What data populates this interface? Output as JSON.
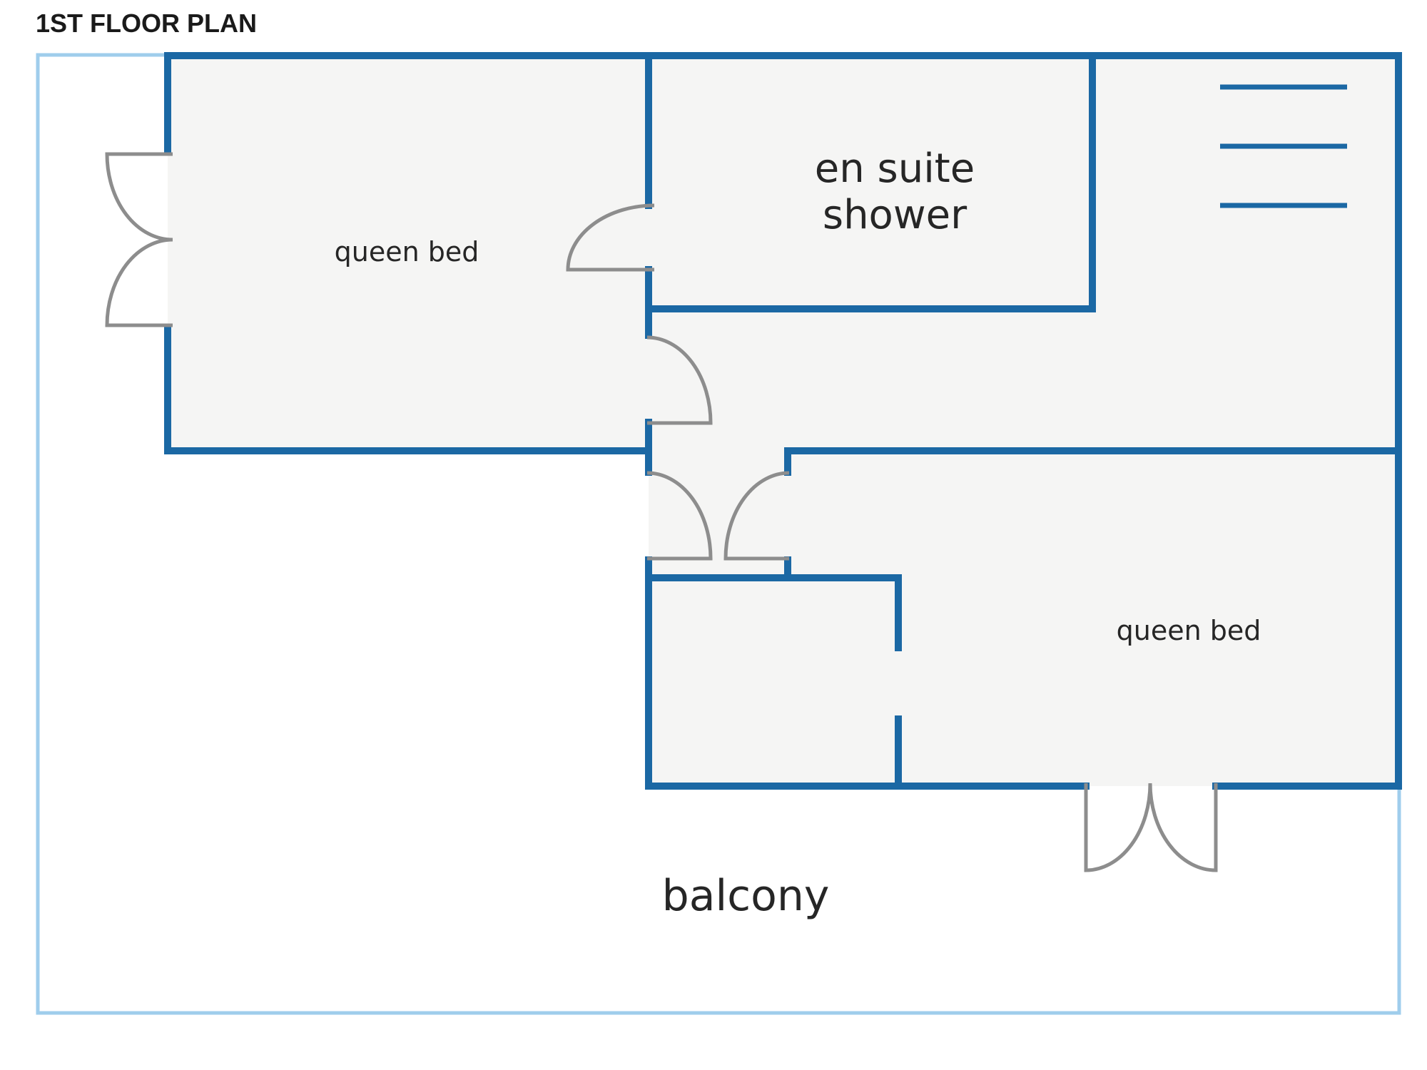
{
  "diagram": {
    "title": "1ST FLOOR PLAN",
    "rooms": [
      {
        "id": "bedroom-1",
        "label": "queen bed"
      },
      {
        "id": "en-suite",
        "label_lines": [
          "en suite",
          "shower"
        ]
      },
      {
        "id": "bedroom-2",
        "label": "queen bed"
      },
      {
        "id": "balcony",
        "label": "balcony"
      }
    ],
    "colors": {
      "wall": "#1b68a4",
      "outline": "#9fcdec",
      "door": "#8d8d8d",
      "room_fill": "#f5f5f4"
    }
  }
}
